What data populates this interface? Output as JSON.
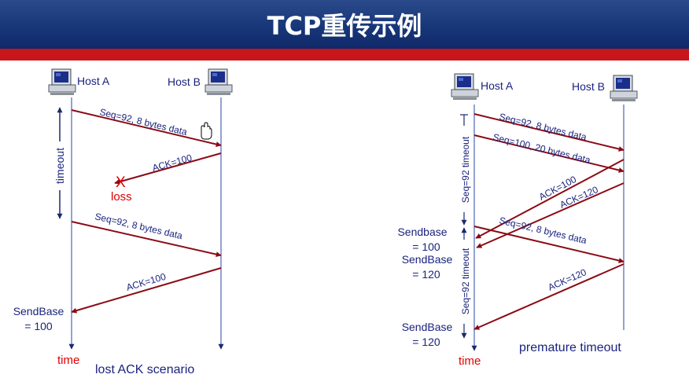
{
  "title": "TCP重传示例",
  "colors": {
    "header": "#163577",
    "stripe": "#c8161d",
    "arrow": "#8b0a14",
    "timeline": "#4a66b8",
    "label_blue": "#1a237e",
    "label_red": "#e00000"
  },
  "left": {
    "host_a": "Host A",
    "host_b": "Host B",
    "seg1": "Seq=92, 8 bytes data",
    "ack1": "ACK=100",
    "loss_mark": "X",
    "loss": "loss",
    "timeout": "timeout",
    "seg2": "Seq=92, 8 bytes data",
    "ack2": "ACK=100",
    "sendbase1": "SendBase",
    "sendbase2": "= 100",
    "time": "time",
    "caption": "lost ACK scenario"
  },
  "right": {
    "host_a": "Host A",
    "host_b": "Host B",
    "seg1": "Seq=92, 8 bytes data",
    "seg2": "Seq=100, 20 bytes data",
    "ack100": "ACK=100",
    "ack120": "ACK=120",
    "timeout1": "Seq=92 timeout",
    "sendbase100_1": "Sendbase",
    "sendbase100_2": "= 100",
    "seg3": "Seq=92, 8 bytes data",
    "sendbase120a_1": "SendBase",
    "sendbase120a_2": "= 120",
    "timeout2": "Seq=92 timeout",
    "ack120b": "ACK=120",
    "sendbase120b_1": "SendBase",
    "sendbase120b_2": "= 120",
    "time": "time",
    "caption": "premature timeout"
  }
}
